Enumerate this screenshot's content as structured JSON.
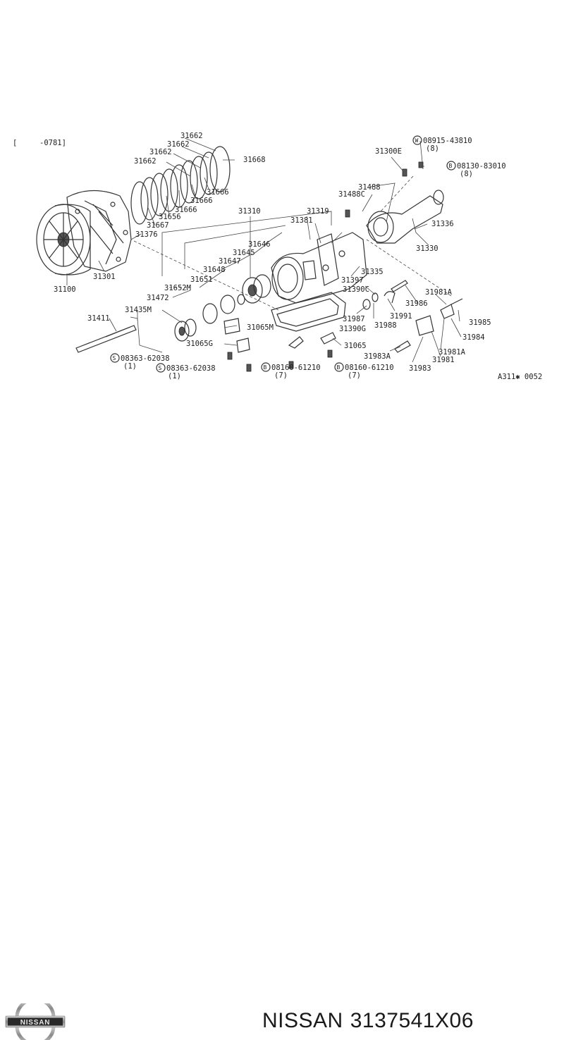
{
  "diagram": {
    "corner_code": "-0781]",
    "figure_code": "A311✱ 0052",
    "callouts": {
      "p31662a": "31662",
      "p31662b": "31662",
      "p31662c": "31662",
      "p31662d": "31662",
      "p31668": "31668",
      "p31666a": "31666",
      "p31666b": "31666",
      "p31666c": "31666",
      "p31656": "31656",
      "p31667": "31667",
      "p31376": "31376",
      "p31301": "31301",
      "p31100": "31100",
      "p31310": "31310",
      "p31319": "31319",
      "p31381": "31381",
      "p31646": "31646",
      "p31645": "31645",
      "p31647": "31647",
      "p31648": "31648",
      "p31651": "31651",
      "p31652m": "31652M",
      "p31472": "31472",
      "p31435m": "31435M",
      "p31411": "31411",
      "p31397": "31397",
      "p31335": "31335",
      "p31390c": "31390C",
      "p31987": "31987",
      "p31988": "31988",
      "p31390g": "31390G",
      "p31065m": "31065M",
      "p31065g": "31065G",
      "p31065": "31065",
      "p31983a": "31983A",
      "p31983": "31983",
      "p31981": "31981",
      "p31981a_top": "31981A",
      "p31981a_bot": "31981A",
      "p31986": "31986",
      "p31991": "31991",
      "p31985": "31985",
      "p31984": "31984",
      "p31300e": "31300E",
      "p31488c": "31488C",
      "p31488": "31488",
      "p31336": "31336",
      "p31330": "31330"
    },
    "fasteners": {
      "w08915": {
        "letter": "W",
        "code": "08915-43810",
        "qty": "(8)"
      },
      "b08130": {
        "letter": "B",
        "code": "08130-83010",
        "qty": "(8)"
      },
      "s08363a": {
        "letter": "S",
        "code": "08363-62038",
        "qty": "(1)"
      },
      "s08363b": {
        "letter": "S",
        "code": "08363-62038",
        "qty": "(1)"
      },
      "b08160a": {
        "letter": "B",
        "code": "08160-61210",
        "qty": "(7)"
      },
      "b08160b": {
        "letter": "B",
        "code": "08160-61210",
        "qty": "(7)"
      }
    }
  },
  "footer": {
    "brand": "NISSAN",
    "part_number": "3137541X06",
    "logo_text": "NISSAN"
  }
}
